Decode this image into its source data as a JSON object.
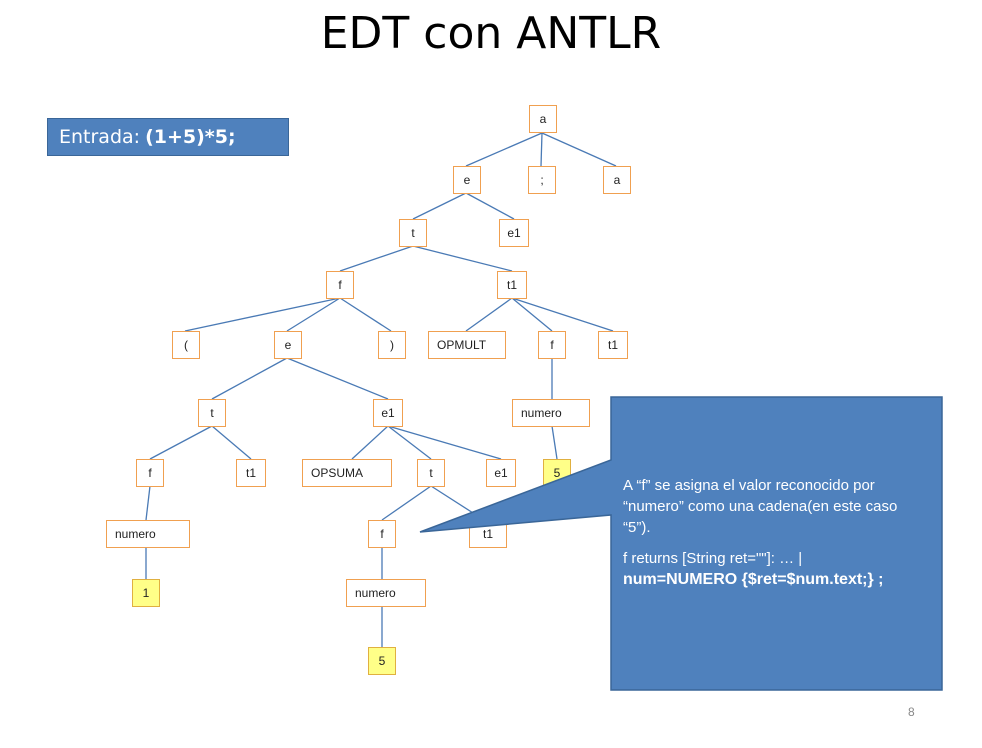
{
  "title": "EDT con ANTLR",
  "entrada": {
    "label": "Entrada:",
    "value": "(1+5)*5;"
  },
  "tree": {
    "n_a": "a",
    "n_e": "e",
    "n_semi": ";",
    "n_a2": "a",
    "n_t": "t",
    "n_e1": "e1",
    "n_f": "f",
    "n_t1": "t1",
    "n_lpar": "(",
    "n_e_inner": "e",
    "n_rpar": ")",
    "n_opmult": "OPMULT",
    "n_f2": "f",
    "n_t1b": "t1",
    "n_t_inner": "t",
    "n_e1_inner": "e1",
    "n_numero_r": "numero",
    "n_f3": "f",
    "n_t1c": "t1",
    "n_opsuma": "OPSUMA",
    "n_t2": "t",
    "n_e1c": "e1",
    "n_five_r": "5",
    "n_numero1": "numero",
    "n_f4": "f",
    "n_t1d": "t1",
    "n_one": "1",
    "n_numero2": "numero",
    "n_five": "5"
  },
  "callout": {
    "line1": "A “f” se asigna el valor reconocido por “numero” como una cadena(en este caso “5”).",
    "line2": "f returns [String ret=\"\"]: … |",
    "line3": "num=NUMERO {$ret=$num.text;} ;"
  },
  "page_number": "8",
  "colors": {
    "node_border": "#f0a050",
    "leaf_fill": "#ffff88",
    "edge": "#4a7ab5",
    "callout_fill": "#4f81bd",
    "entrada_fill": "#4f81bd"
  }
}
